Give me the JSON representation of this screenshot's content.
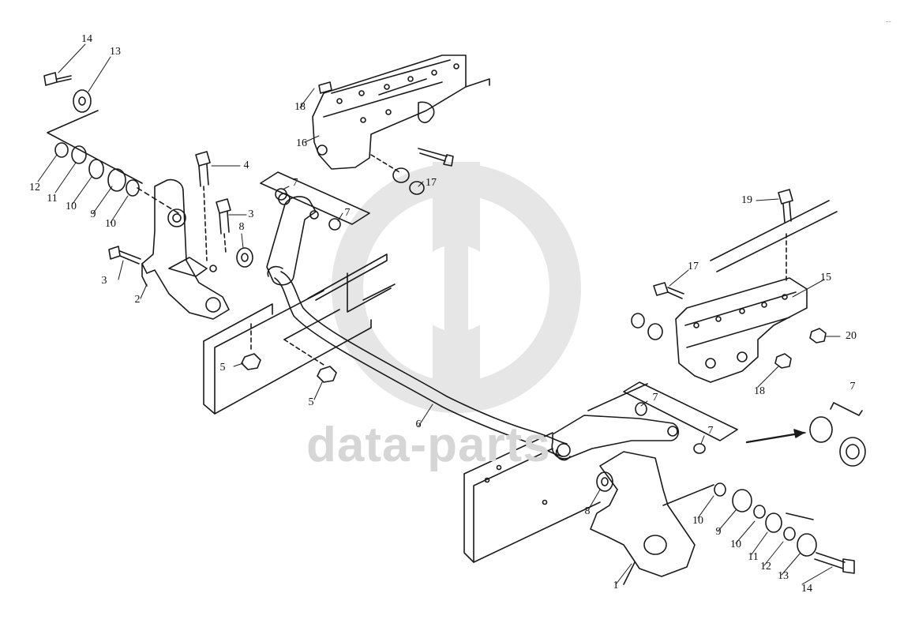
{
  "figure": {
    "watermark": "data-parts",
    "corner_mark": "--"
  },
  "callouts": [
    {
      "id": "c14a",
      "text": "14"
    },
    {
      "id": "c13a",
      "text": "13"
    },
    {
      "id": "c12a",
      "text": "12"
    },
    {
      "id": "c11a",
      "text": "11"
    },
    {
      "id": "c10a",
      "text": "10"
    },
    {
      "id": "c9a",
      "text": "9"
    },
    {
      "id": "c10b",
      "text": "10"
    },
    {
      "id": "c4",
      "text": "4"
    },
    {
      "id": "c3a",
      "text": "3"
    },
    {
      "id": "c8a",
      "text": "8"
    },
    {
      "id": "c3b",
      "text": "3"
    },
    {
      "id": "c2",
      "text": "2"
    },
    {
      "id": "c5a",
      "text": "5"
    },
    {
      "id": "c5b",
      "text": "5"
    },
    {
      "id": "c7a",
      "text": "7"
    },
    {
      "id": "c7b",
      "text": "7"
    },
    {
      "id": "c18a",
      "text": "18"
    },
    {
      "id": "c16",
      "text": "16"
    },
    {
      "id": "c17a",
      "text": "17"
    },
    {
      "id": "c6",
      "text": "6"
    },
    {
      "id": "c19",
      "text": "19"
    },
    {
      "id": "c17b",
      "text": "17"
    },
    {
      "id": "c15",
      "text": "15"
    },
    {
      "id": "c20",
      "text": "20"
    },
    {
      "id": "c18b",
      "text": "18"
    },
    {
      "id": "c7c",
      "text": "7"
    },
    {
      "id": "c7d",
      "text": "7"
    },
    {
      "id": "c7e",
      "text": "7"
    },
    {
      "id": "c8b",
      "text": "8"
    },
    {
      "id": "c1",
      "text": "1"
    },
    {
      "id": "c10c",
      "text": "10"
    },
    {
      "id": "c9b",
      "text": "9"
    },
    {
      "id": "c10d",
      "text": "10"
    },
    {
      "id": "c11b",
      "text": "11"
    },
    {
      "id": "c12b",
      "text": "12"
    },
    {
      "id": "c13b",
      "text": "13"
    },
    {
      "id": "c14b",
      "text": "14"
    }
  ]
}
